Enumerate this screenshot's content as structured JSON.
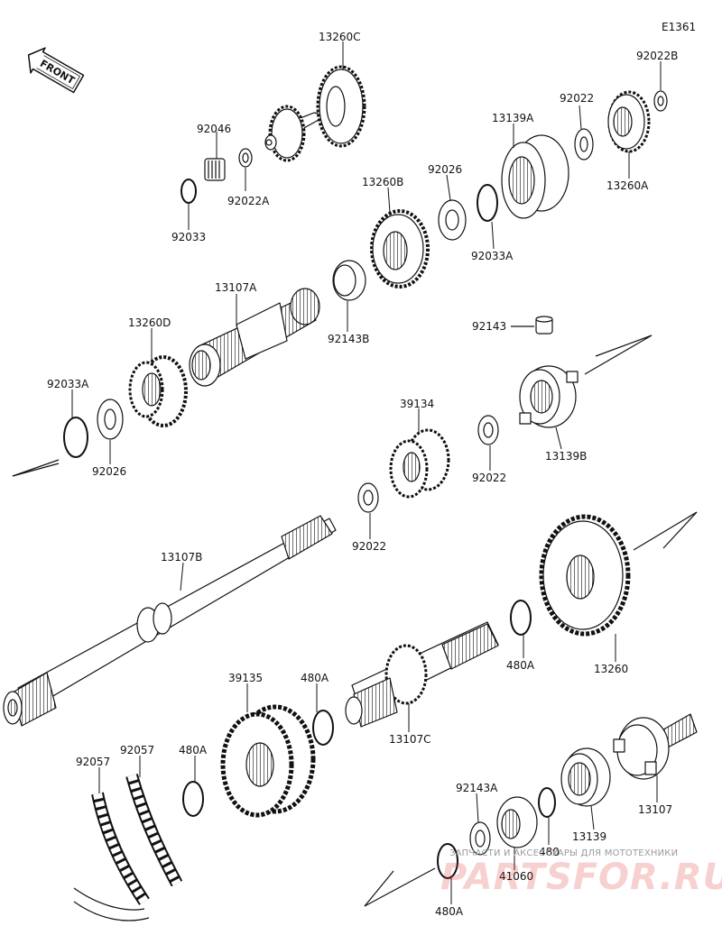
{
  "diagram": {
    "code": "E1361",
    "front_label": "FRONT",
    "watermark": {
      "caption": "ЗАПЧАСТИ И АКСЕССУАРЫ ДЛЯ МОТОТЕХНИКИ",
      "brand": "PARTSFOR.RU"
    },
    "part_labels": {
      "p13260C": "13260C",
      "p92046": "92046",
      "p92022A": "92022A",
      "p92033": "92033",
      "p13139A": "13139A",
      "p92022": "92022",
      "p92022B": "92022B",
      "p13260A": "13260A",
      "p92026": "92026",
      "p13260B": "13260B",
      "p92033A": "92033A",
      "p13107A": "13107A",
      "p92143B": "92143B",
      "p13260D": "13260D",
      "p92143": "92143",
      "p92033A_2": "92033A",
      "p92026_2": "92026",
      "p13139B": "13139B",
      "p39134": "39134",
      "p92022_2": "92022",
      "p92022_3": "92022",
      "p13107B": "13107B",
      "p13260": "13260",
      "p480A": "480A",
      "p39135": "39135",
      "p480A_2": "480A",
      "p13107C": "13107C",
      "p92057": "92057",
      "p92057_2": "92057",
      "p480A_3": "480A",
      "p92143A": "92143A",
      "p480": "480",
      "p41060": "41060",
      "p13139": "13139",
      "p13107": "13107",
      "p480A_4": "480A"
    }
  }
}
